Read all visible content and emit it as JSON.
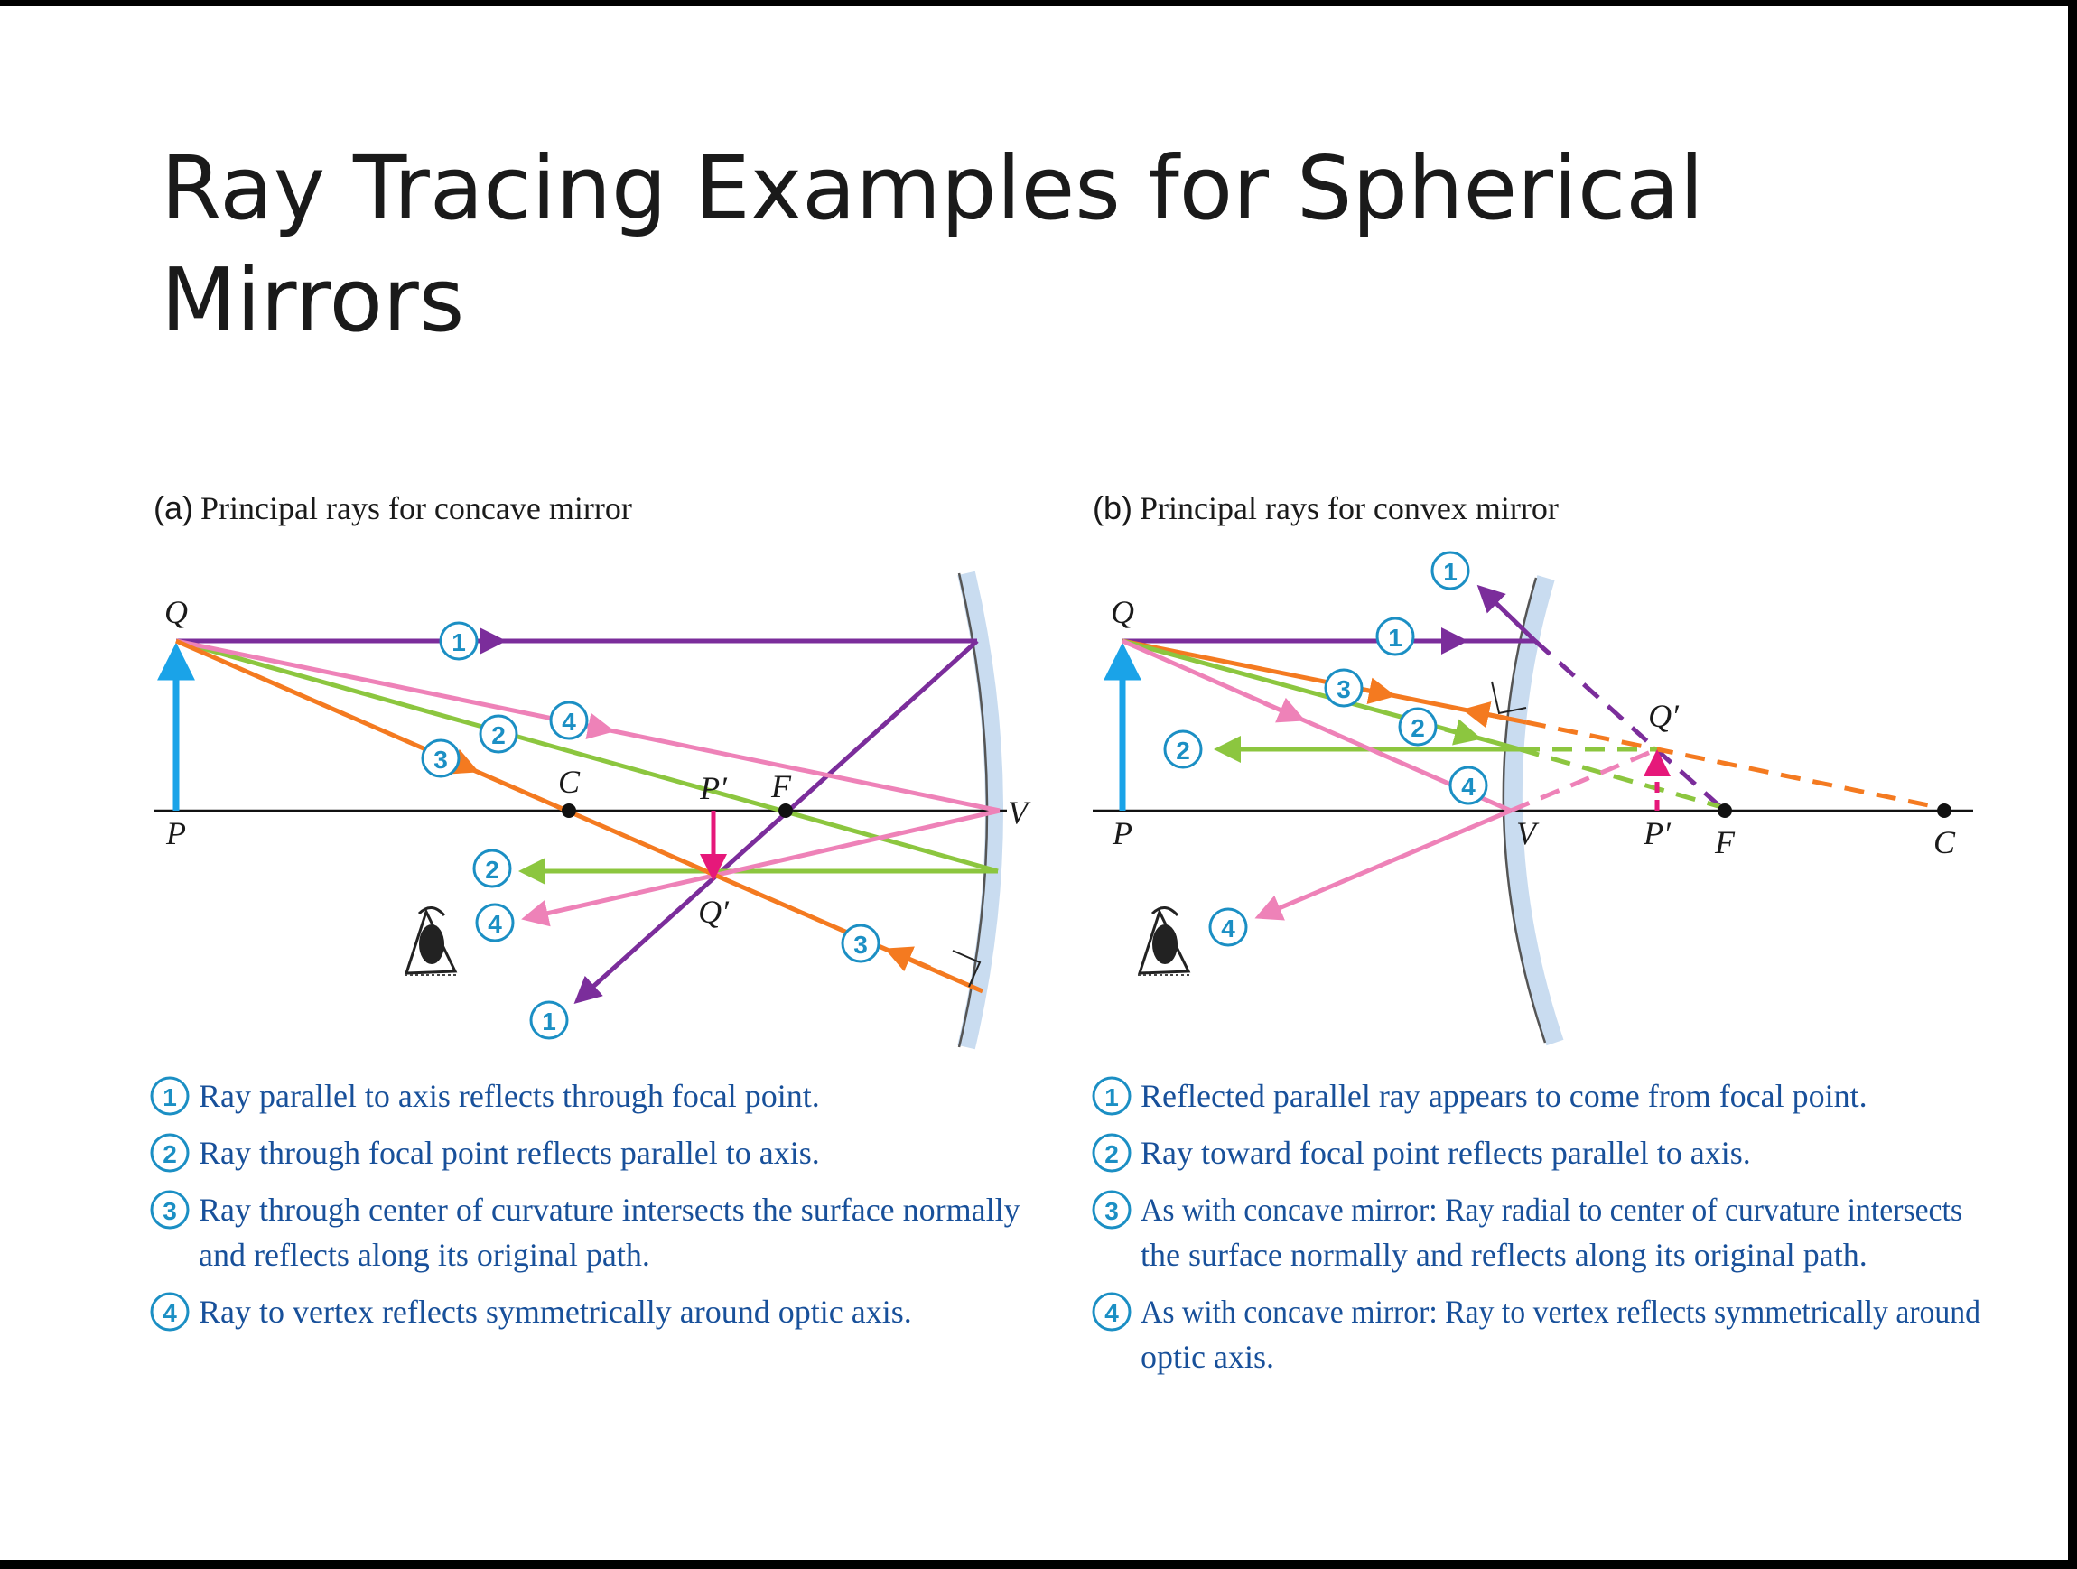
{
  "slide": {
    "title_line1": "Ray Tracing Examples for Spherical",
    "title_line2": "Mirrors"
  },
  "panel_a": {
    "letter": "(a)",
    "title": "Principal rays for concave mirror",
    "labels": {
      "Q": "Q",
      "P": "P",
      "C": "C",
      "Pp": "P′",
      "F": "F",
      "V": "V",
      "Qp": "Q′"
    },
    "legend": [
      {
        "num": "1",
        "lines": [
          "Ray parallel to axis reflects through focal point."
        ]
      },
      {
        "num": "2",
        "lines": [
          "Ray through focal point reflects parallel to axis."
        ]
      },
      {
        "num": "3",
        "lines": [
          "Ray through center of curvature intersects the surface normally",
          "and reflects along its original path."
        ]
      },
      {
        "num": "4",
        "lines": [
          "Ray to vertex reflects symmetrically around optic axis."
        ]
      }
    ]
  },
  "panel_b": {
    "letter": "(b)",
    "title": "Principal rays for convex mirror",
    "labels": {
      "Q": "Q",
      "P": "P",
      "V": "V",
      "Pp": "P′",
      "F": "F",
      "C": "C",
      "Qp": "Q′"
    },
    "legend": [
      {
        "num": "1",
        "lines": [
          "Reflected parallel ray appears to come from focal point."
        ]
      },
      {
        "num": "2",
        "lines": [
          "Ray toward focal point reflects parallel to axis."
        ]
      },
      {
        "num": "3",
        "lines": [
          "As with concave mirror: Ray radial to center of curvature intersects",
          "the surface normally and reflects along its original path."
        ]
      },
      {
        "num": "4",
        "lines": [
          "As with concave mirror: Ray to vertex reflects symmetrically around",
          "optic axis."
        ]
      }
    ]
  },
  "colors": {
    "purple": "#7b2d9b",
    "green": "#8cc63f",
    "orange": "#f47a20",
    "pink": "#ee82b8",
    "magenta": "#e6187a",
    "object_blue": "#1aa3e8",
    "mirror": "#c9dcf0",
    "circle": "#1b8fc4",
    "caption": "#18509a"
  },
  "icons": {
    "eye": "eye-icon"
  }
}
